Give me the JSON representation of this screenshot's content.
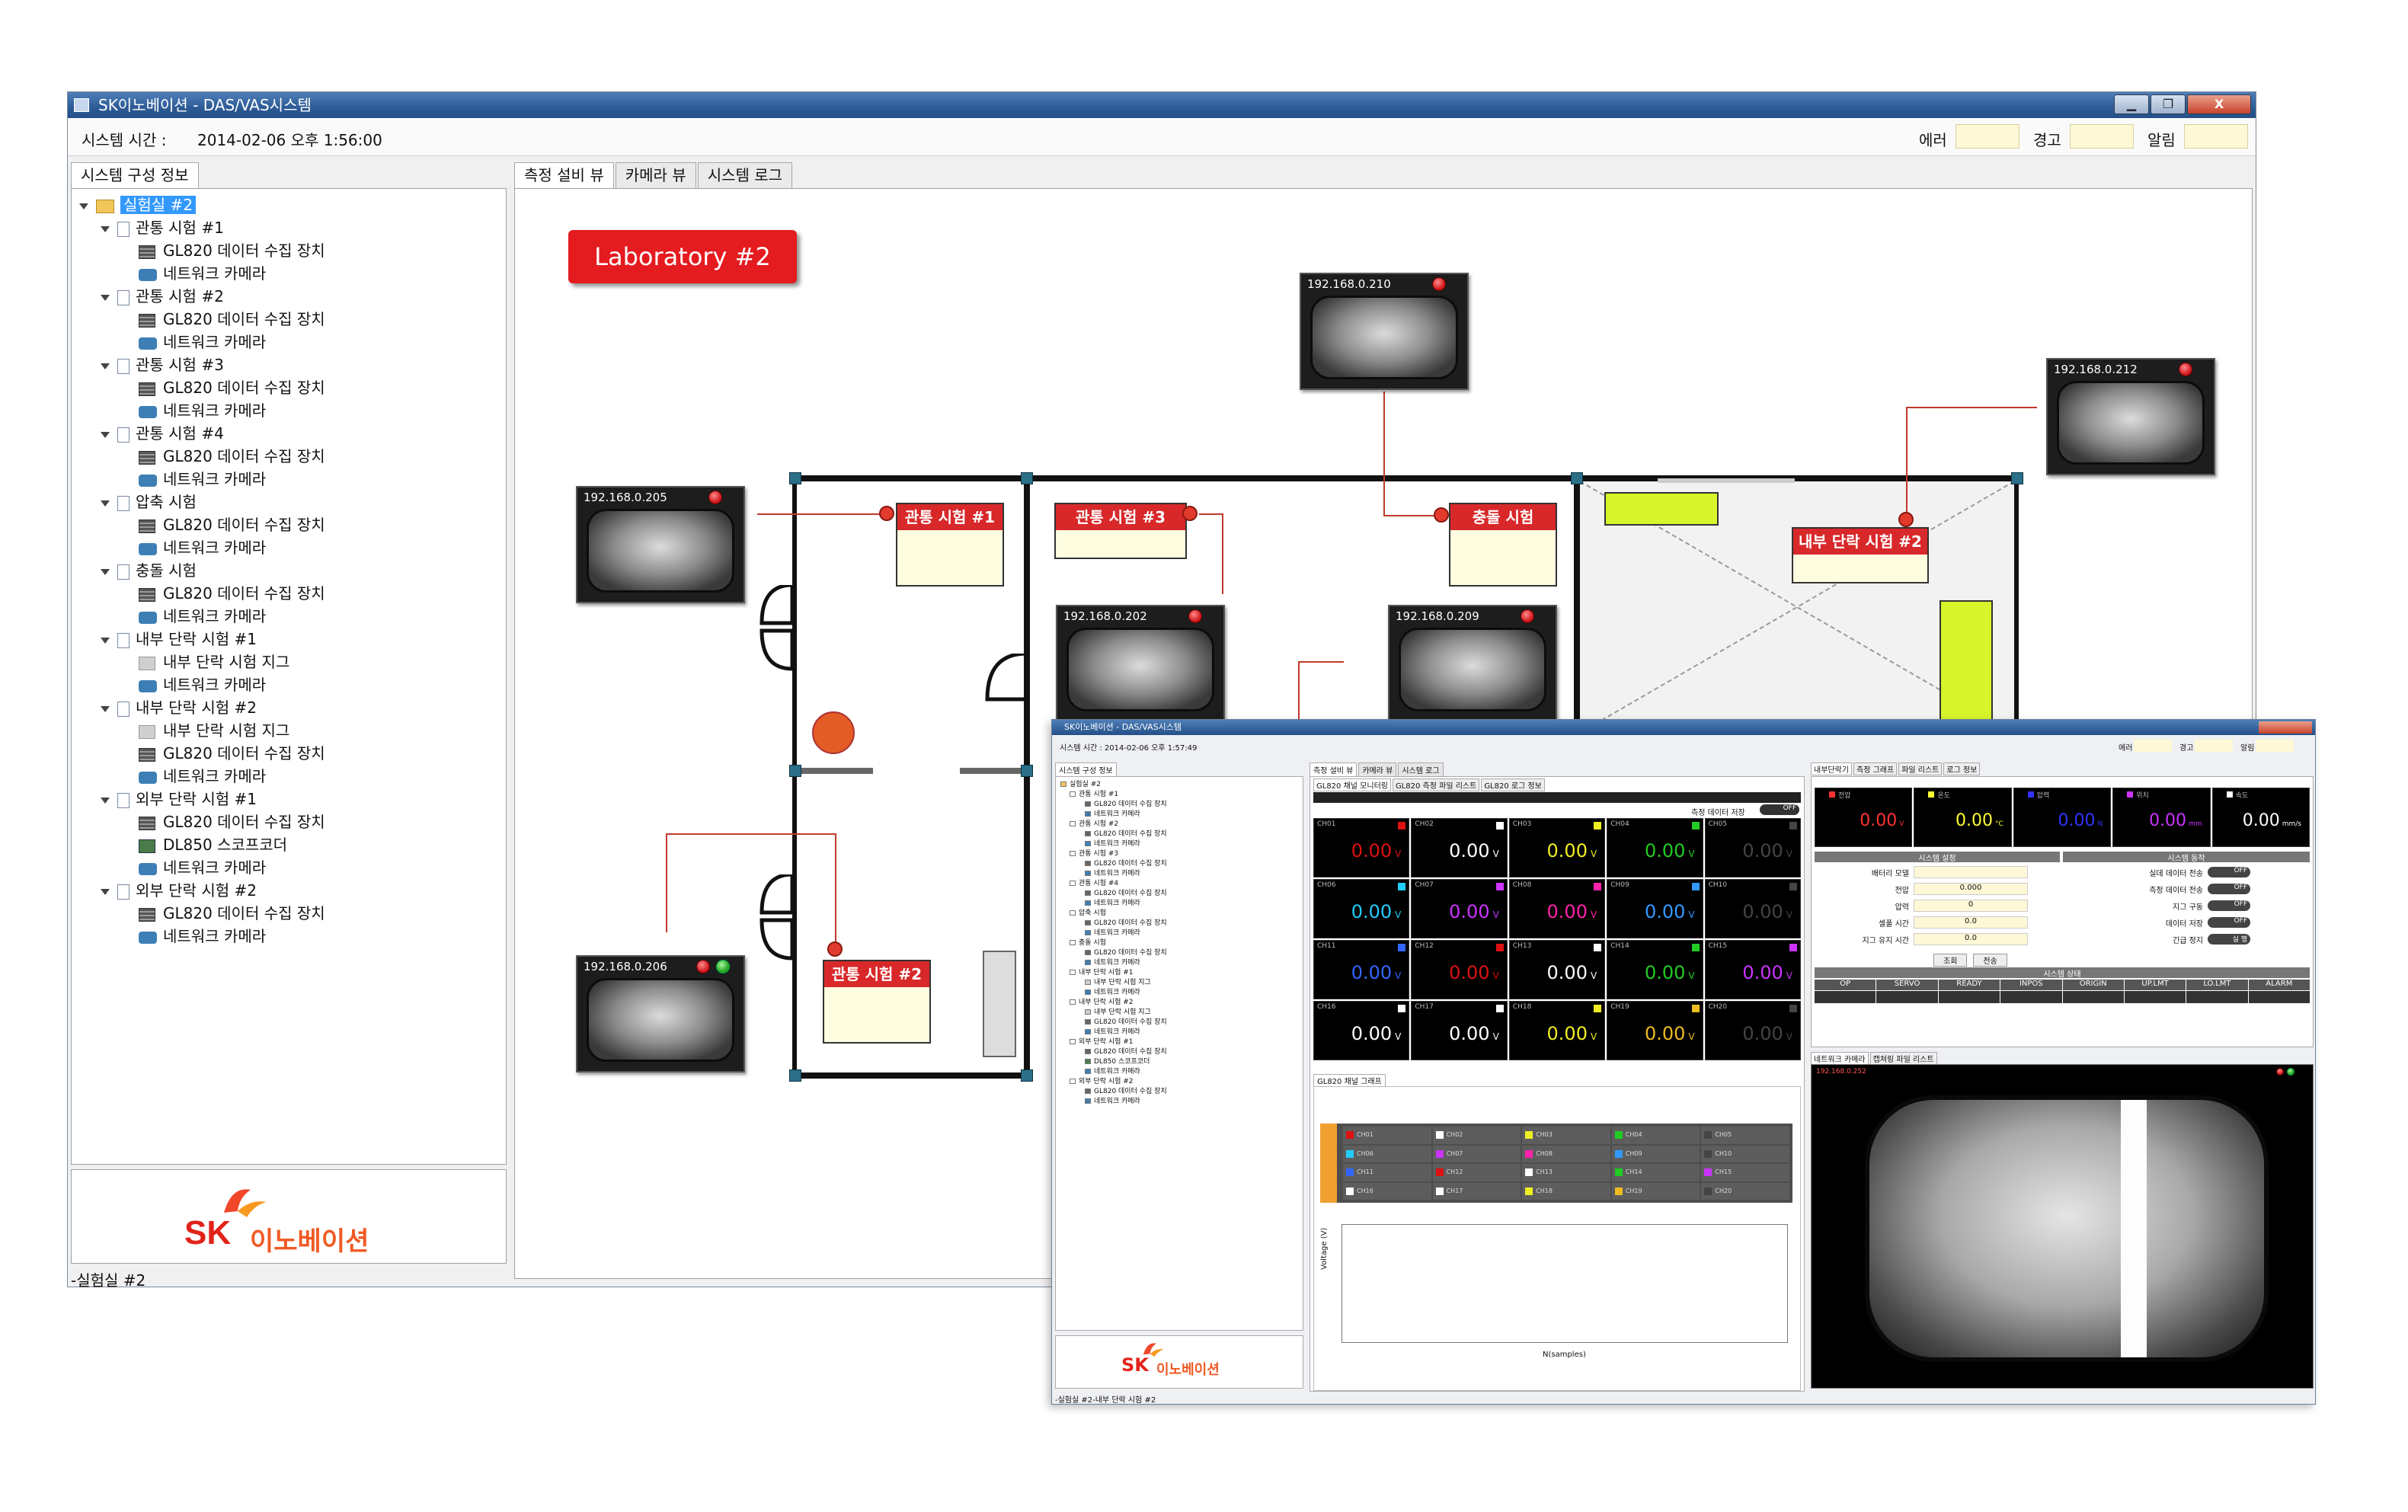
{
  "window": {
    "title": "SK이노베이션 - DAS/VAS시스템",
    "buttons": [
      "▁",
      "❐",
      "X"
    ]
  },
  "topbar": {
    "system_time_label": "시스템 시간 :",
    "system_time": "2014-02-06 오후 1:56:00",
    "status_labels": [
      "에러",
      "경고",
      "알림"
    ]
  },
  "left_panel": {
    "tab": "시스템 구성 정보",
    "tree": [
      {
        "level": 0,
        "icon": "folder",
        "label": "실험실 #2",
        "selected": true
      },
      {
        "level": 1,
        "icon": "doc",
        "label": "관통 시험 #1"
      },
      {
        "level": 2,
        "icon": "daq",
        "label": "GL820 데이터 수집 장치"
      },
      {
        "level": 2,
        "icon": "cam",
        "label": "네트워크 카메라"
      },
      {
        "level": 1,
        "icon": "doc",
        "label": "관통 시험 #2"
      },
      {
        "level": 2,
        "icon": "daq",
        "label": "GL820 데이터 수집 장치"
      },
      {
        "level": 2,
        "icon": "cam",
        "label": "네트워크 카메라"
      },
      {
        "level": 1,
        "icon": "doc",
        "label": "관통 시험 #3"
      },
      {
        "level": 2,
        "icon": "daq",
        "label": "GL820 데이터 수집 장치"
      },
      {
        "level": 2,
        "icon": "cam",
        "label": "네트워크 카메라"
      },
      {
        "level": 1,
        "icon": "doc",
        "label": "관통 시험 #4"
      },
      {
        "level": 2,
        "icon": "daq",
        "label": "GL820 데이터 수집 장치"
      },
      {
        "level": 2,
        "icon": "cam",
        "label": "네트워크 카메라"
      },
      {
        "level": 1,
        "icon": "doc",
        "label": "압축 시험"
      },
      {
        "level": 2,
        "icon": "daq",
        "label": "GL820 데이터 수집 장치"
      },
      {
        "level": 2,
        "icon": "cam",
        "label": "네트워크 카메라"
      },
      {
        "level": 1,
        "icon": "doc",
        "label": "충돌 시험"
      },
      {
        "level": 2,
        "icon": "daq",
        "label": "GL820 데이터 수집 장치"
      },
      {
        "level": 2,
        "icon": "cam",
        "label": "네트워크 카메라"
      },
      {
        "level": 1,
        "icon": "doc",
        "label": "내부 단락 시험 #1"
      },
      {
        "level": 2,
        "icon": "jig",
        "label": "내부 단락 시험 지그"
      },
      {
        "level": 2,
        "icon": "cam",
        "label": "네트워크 카메라"
      },
      {
        "level": 1,
        "icon": "doc",
        "label": "내부 단락 시험 #2"
      },
      {
        "level": 2,
        "icon": "jig",
        "label": "내부 단락 시험 지그"
      },
      {
        "level": 2,
        "icon": "daq",
        "label": "GL820 데이터 수집 장치"
      },
      {
        "level": 2,
        "icon": "cam",
        "label": "네트워크 카메라"
      },
      {
        "level": 1,
        "icon": "doc",
        "label": "외부 단락 시험 #1"
      },
      {
        "level": 2,
        "icon": "daq",
        "label": "GL820 데이터 수집 장치"
      },
      {
        "level": 2,
        "icon": "scope",
        "label": "DL850 스코프코더"
      },
      {
        "level": 2,
        "icon": "cam",
        "label": "네트워크 카메라"
      },
      {
        "level": 1,
        "icon": "doc",
        "label": "외부 단락 시험 #2"
      },
      {
        "level": 2,
        "icon": "daq",
        "label": "GL820 데이터 수집 장치"
      },
      {
        "level": 2,
        "icon": "cam",
        "label": "네트워크 카메라"
      }
    ],
    "logo_text": "이노베이션",
    "logo_mark": "SK"
  },
  "main": {
    "tabs": [
      "측정 설비 뷰",
      "카메라 뷰",
      "시스템 로그"
    ],
    "lab_title": "Laboratory #2",
    "cameras": [
      {
        "ip": "192.168.0.210"
      },
      {
        "ip": "192.168.0.212"
      },
      {
        "ip": "192.168.0.205"
      },
      {
        "ip": "192.168.0.202"
      },
      {
        "ip": "192.168.0.209"
      },
      {
        "ip": "192.168.0.206"
      }
    ],
    "stations": [
      "관통 시험 #1",
      "관통 시험 #3",
      "충돌 시험",
      "내부 단락 시험 #2",
      "관통 시험 #2"
    ]
  },
  "statusbar": {
    "text": "-실험실 #2"
  },
  "inset": {
    "title": "SK이노베이션 - DAS/VAS시스템",
    "system_time": "시스템 시간 : 2014-02-06 오후 1:57:49",
    "status_labels": [
      "에러",
      "경고",
      "알림"
    ],
    "left_tab": "시스템 구성 정보",
    "tabs": [
      "측정 설비 뷰",
      "카메라 뷰",
      "시스템 로그"
    ],
    "subtabs": [
      "GL820 채널 모니터링",
      "GL820 측정 파일 리스트",
      "GL820 로그 정보"
    ],
    "save_label": "측정 데이터 저장",
    "save_state": "OFF",
    "channels": [
      {
        "name": "CH01",
        "value": "0.00",
        "unit": "V",
        "color": "#d11"
      },
      {
        "name": "CH02",
        "value": "0.00",
        "unit": "V",
        "color": "#fff"
      },
      {
        "name": "CH03",
        "value": "0.00",
        "unit": "V",
        "color": "#ee2"
      },
      {
        "name": "CH04",
        "value": "0.00",
        "unit": "V",
        "color": "#2c2"
      },
      {
        "name": "CH05",
        "value": "0.00",
        "unit": "V",
        "color": "#444"
      },
      {
        "name": "CH06",
        "value": "0.00",
        "unit": "V",
        "color": "#2cf"
      },
      {
        "name": "CH07",
        "value": "0.00",
        "unit": "V",
        "color": "#c3f"
      },
      {
        "name": "CH08",
        "value": "0.00",
        "unit": "V",
        "color": "#f2a"
      },
      {
        "name": "CH09",
        "value": "0.00",
        "unit": "V",
        "color": "#39f"
      },
      {
        "name": "CH10",
        "value": "0.00",
        "unit": "V",
        "color": "#444"
      },
      {
        "name": "CH11",
        "value": "0.00",
        "unit": "V",
        "color": "#36f"
      },
      {
        "name": "CH12",
        "value": "0.00",
        "unit": "V",
        "color": "#d11"
      },
      {
        "name": "CH13",
        "value": "0.00",
        "unit": "V",
        "color": "#fff"
      },
      {
        "name": "CH14",
        "value": "0.00",
        "unit": "V",
        "color": "#2c2"
      },
      {
        "name": "CH15",
        "value": "0.00",
        "unit": "V",
        "color": "#c3f"
      },
      {
        "name": "CH16",
        "value": "0.00",
        "unit": "V",
        "color": "#fff"
      },
      {
        "name": "CH17",
        "value": "0.00",
        "unit": "V",
        "color": "#fff"
      },
      {
        "name": "CH18",
        "value": "0.00",
        "unit": "V",
        "color": "#ee2"
      },
      {
        "name": "CH19",
        "value": "0.00",
        "unit": "V",
        "color": "#eb2"
      },
      {
        "name": "CH20",
        "value": "0.00",
        "unit": "V",
        "color": "#444"
      }
    ],
    "graph_tab": "GL820 채널 그래프",
    "graph_ylabel": "Voltage (V)",
    "graph_xlabel": "N(samples)",
    "right_tabs": [
      "내부단락기",
      "측정 그래프",
      "파일 리스트",
      "로그 정보"
    ],
    "sensors": [
      {
        "label": "전압",
        "value": "0.00",
        "unit": "V",
        "color": "#f33"
      },
      {
        "label": "온도",
        "value": "0.00",
        "unit": "°C",
        "color": "#ff3"
      },
      {
        "label": "압력",
        "value": "0.00",
        "unit": "N",
        "color": "#33f"
      },
      {
        "label": "위치",
        "value": "0.00",
        "unit": "mm",
        "color": "#c3f"
      },
      {
        "label": "속도",
        "value": "0.00",
        "unit": "mm/s",
        "color": "#fff"
      }
    ],
    "settings_header": "시스템 설정",
    "settings": [
      {
        "label": "배터리 모델",
        "value": ""
      },
      {
        "label": "전압",
        "value": "0.000"
      },
      {
        "label": "압력",
        "value": "0"
      },
      {
        "label": "셀풀 시간",
        "value": "0.0"
      },
      {
        "label": "지그 유지 시간",
        "value": "0.0"
      }
    ],
    "control_header": "시스템 동작",
    "controls": [
      "실데 데이터 전송",
      "측정 데이터 전송",
      "지그 구동",
      "데이터 저장",
      "긴급 정지"
    ],
    "control_states": [
      "OFF",
      "OFF",
      "OFF",
      "OFF",
      "실 행"
    ],
    "buttons": [
      "조회",
      "전송"
    ],
    "status_header": "시스템 상태",
    "status_cols": [
      "OP",
      "SERVO",
      "READY",
      "INPOS",
      "ORIGIN",
      "UP.LMT",
      "LO.LMT",
      "ALARM"
    ],
    "cam_tabs": [
      "네트워크 카메라",
      "캡쳐링 파일 리스트"
    ],
    "cam_ip": "192.168.0.252",
    "statusbar": "-실험실 #2-내부 단락 시험 #2"
  }
}
